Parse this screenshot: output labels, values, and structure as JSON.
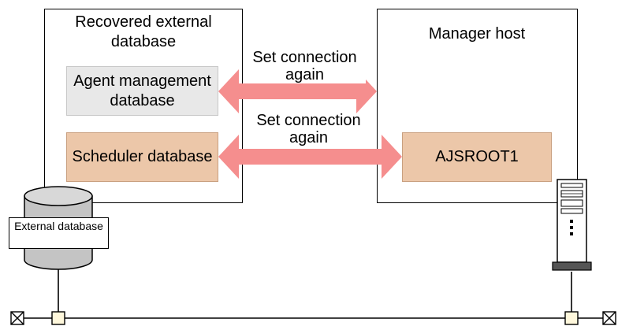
{
  "left_panel": {
    "title": "Recovered external database",
    "agent_db_label": "Agent management database",
    "scheduler_db_label": "Scheduler database"
  },
  "right_panel": {
    "title": "Manager host",
    "root_label": "AJSROOT1"
  },
  "connections": [
    {
      "label": "Set connection again"
    },
    {
      "label": "Set connection again"
    }
  ],
  "external_db_label": "External database",
  "colors": {
    "arrow": "#f58e8e",
    "agent_box": "#e8e8e8",
    "agent_border": "#c8c8c8",
    "scheduler_box": "#ecc7a9",
    "scheduler_border": "#c9a080",
    "cylinder": "#c4c4c4"
  }
}
